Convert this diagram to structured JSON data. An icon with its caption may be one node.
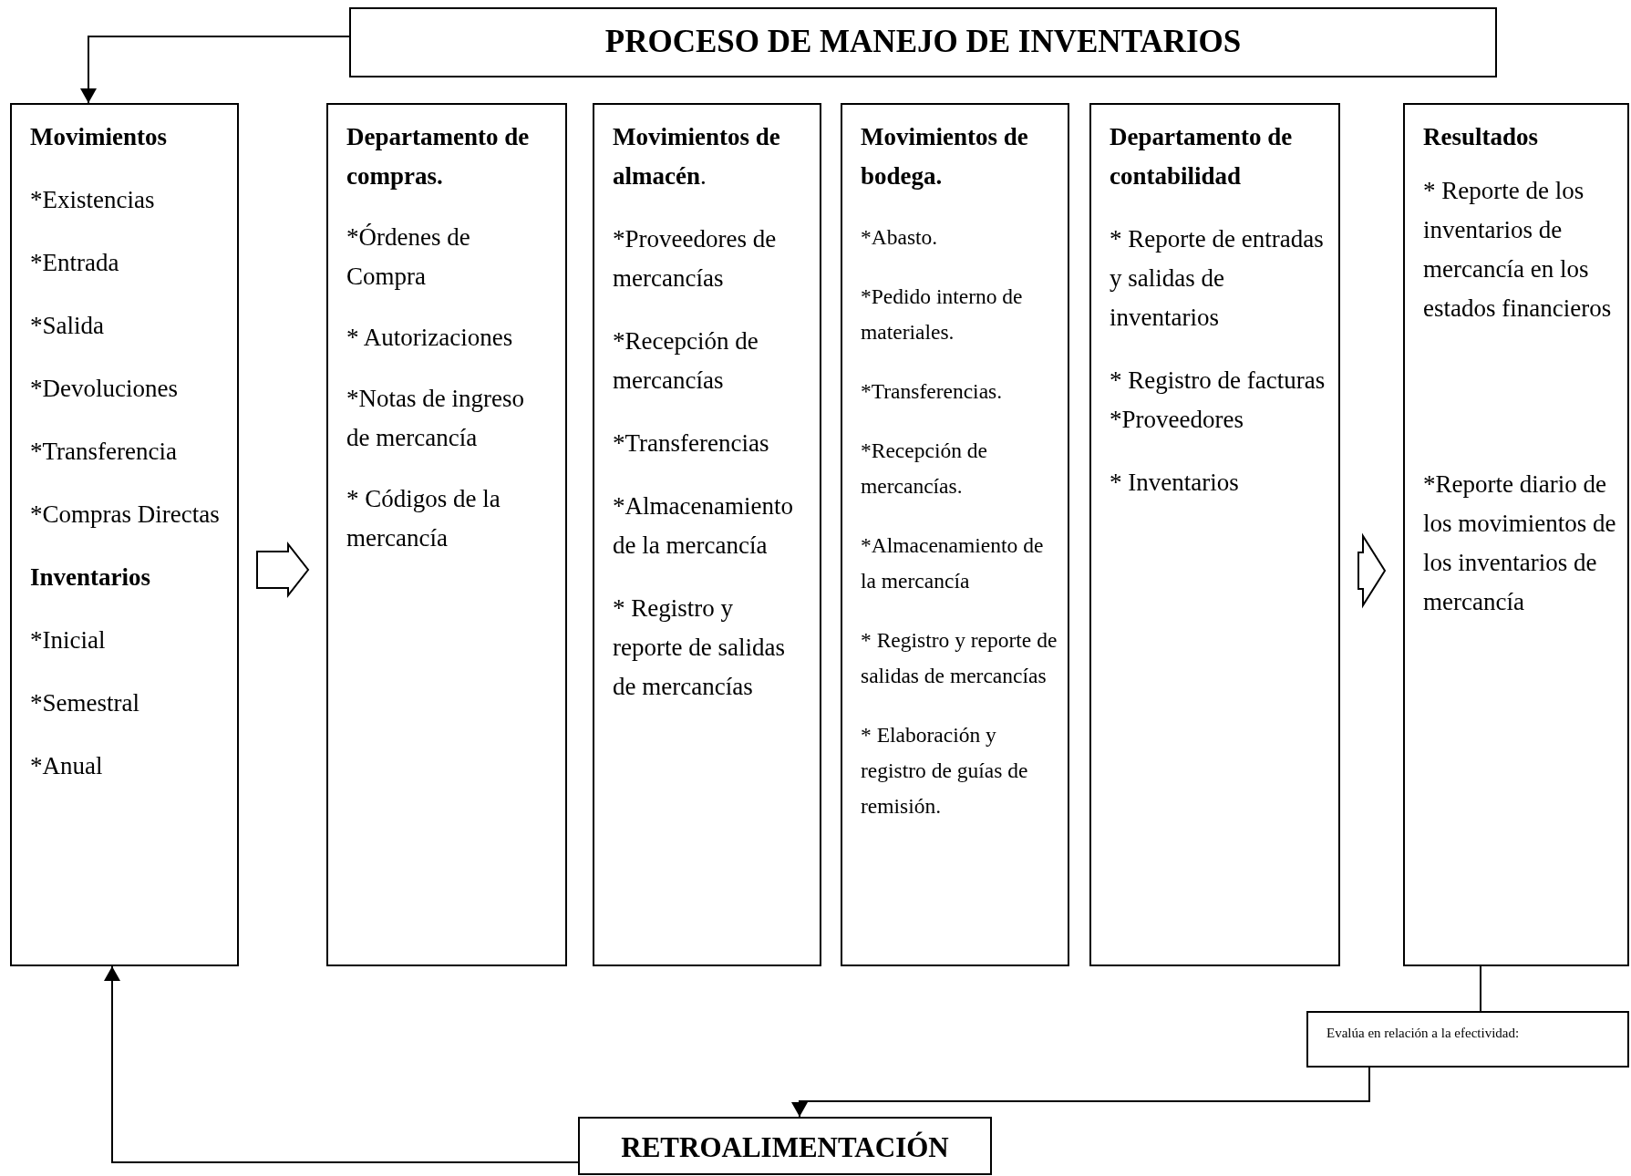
{
  "diagram": {
    "nodes": [
      {
        "text": [
          "PROCESO DE MANEJO DE INVENTARIOS"
        ]
      },
      {
        "text": [
          "Movimientos",
          "*Existencias",
          "*Entrada",
          "*Salida",
          "*Devoluciones",
          "*Transferencia",
          "*Compras Directas",
          "Inventarios",
          "*Inicial",
          "*Semestral",
          "*Anual"
        ]
      },
      {
        "text": [
          "Departamento de compras.",
          "*Órdenes de Compra",
          "* Autorizaciones",
          "*Notas de ingreso de mercancía",
          "* Códigos de la mercancía"
        ]
      },
      {
        "text": [
          "**Movimientos de almacén**.",
          "*Proveedores de mercancías",
          "*Recepción de mercancías",
          "*Transferencias",
          "*Almacenamiento de la mercancía",
          "* Registro y reporte de salidas de mercancías"
        ]
      },
      {
        "text": [
          "Movimientos de bodega.",
          "*Abasto.",
          "*Pedido interno de materiales.",
          "*Transferencias.",
          "*Recepción de mercancías.",
          "*Almacenamiento de la mercancía",
          "* Registro y reporte de salidas de mercancías",
          "* Elaboración y registro de guías de remisión."
        ]
      },
      {
        "text": [
          "Departamento de contabilidad",
          "* Reporte de entradas y salidas de inventarios",
          "* Registro de facturas",
          "*Proveedores",
          "* Inventarios"
        ]
      },
      {
        "text": [
          "Resultados",
          "* Reporte de los inventarios de mercancía en los estados financieros",
          "*Reporte diario de los movimientos de los inventarios de mercancía"
        ]
      },
      {
        "text": [
          "Evalúa en relación a la efectividad:"
        ]
      },
      {
        "text": [
          "RETROALIMENTACIÓN"
        ]
      }
    ],
    "edges": [
      {
        "from": 0,
        "to": 1,
        "arrow": "to"
      },
      {
        "from": 1,
        "to": 2,
        "arrow": "to"
      },
      {
        "from": 5,
        "to": 6,
        "arrow": "to"
      },
      {
        "from": 6,
        "to": 7,
        "arrow": "none"
      },
      {
        "from": 7,
        "to": 8,
        "arrow": "to"
      },
      {
        "from": 8,
        "to": 1,
        "arrow": "to"
      }
    ]
  }
}
